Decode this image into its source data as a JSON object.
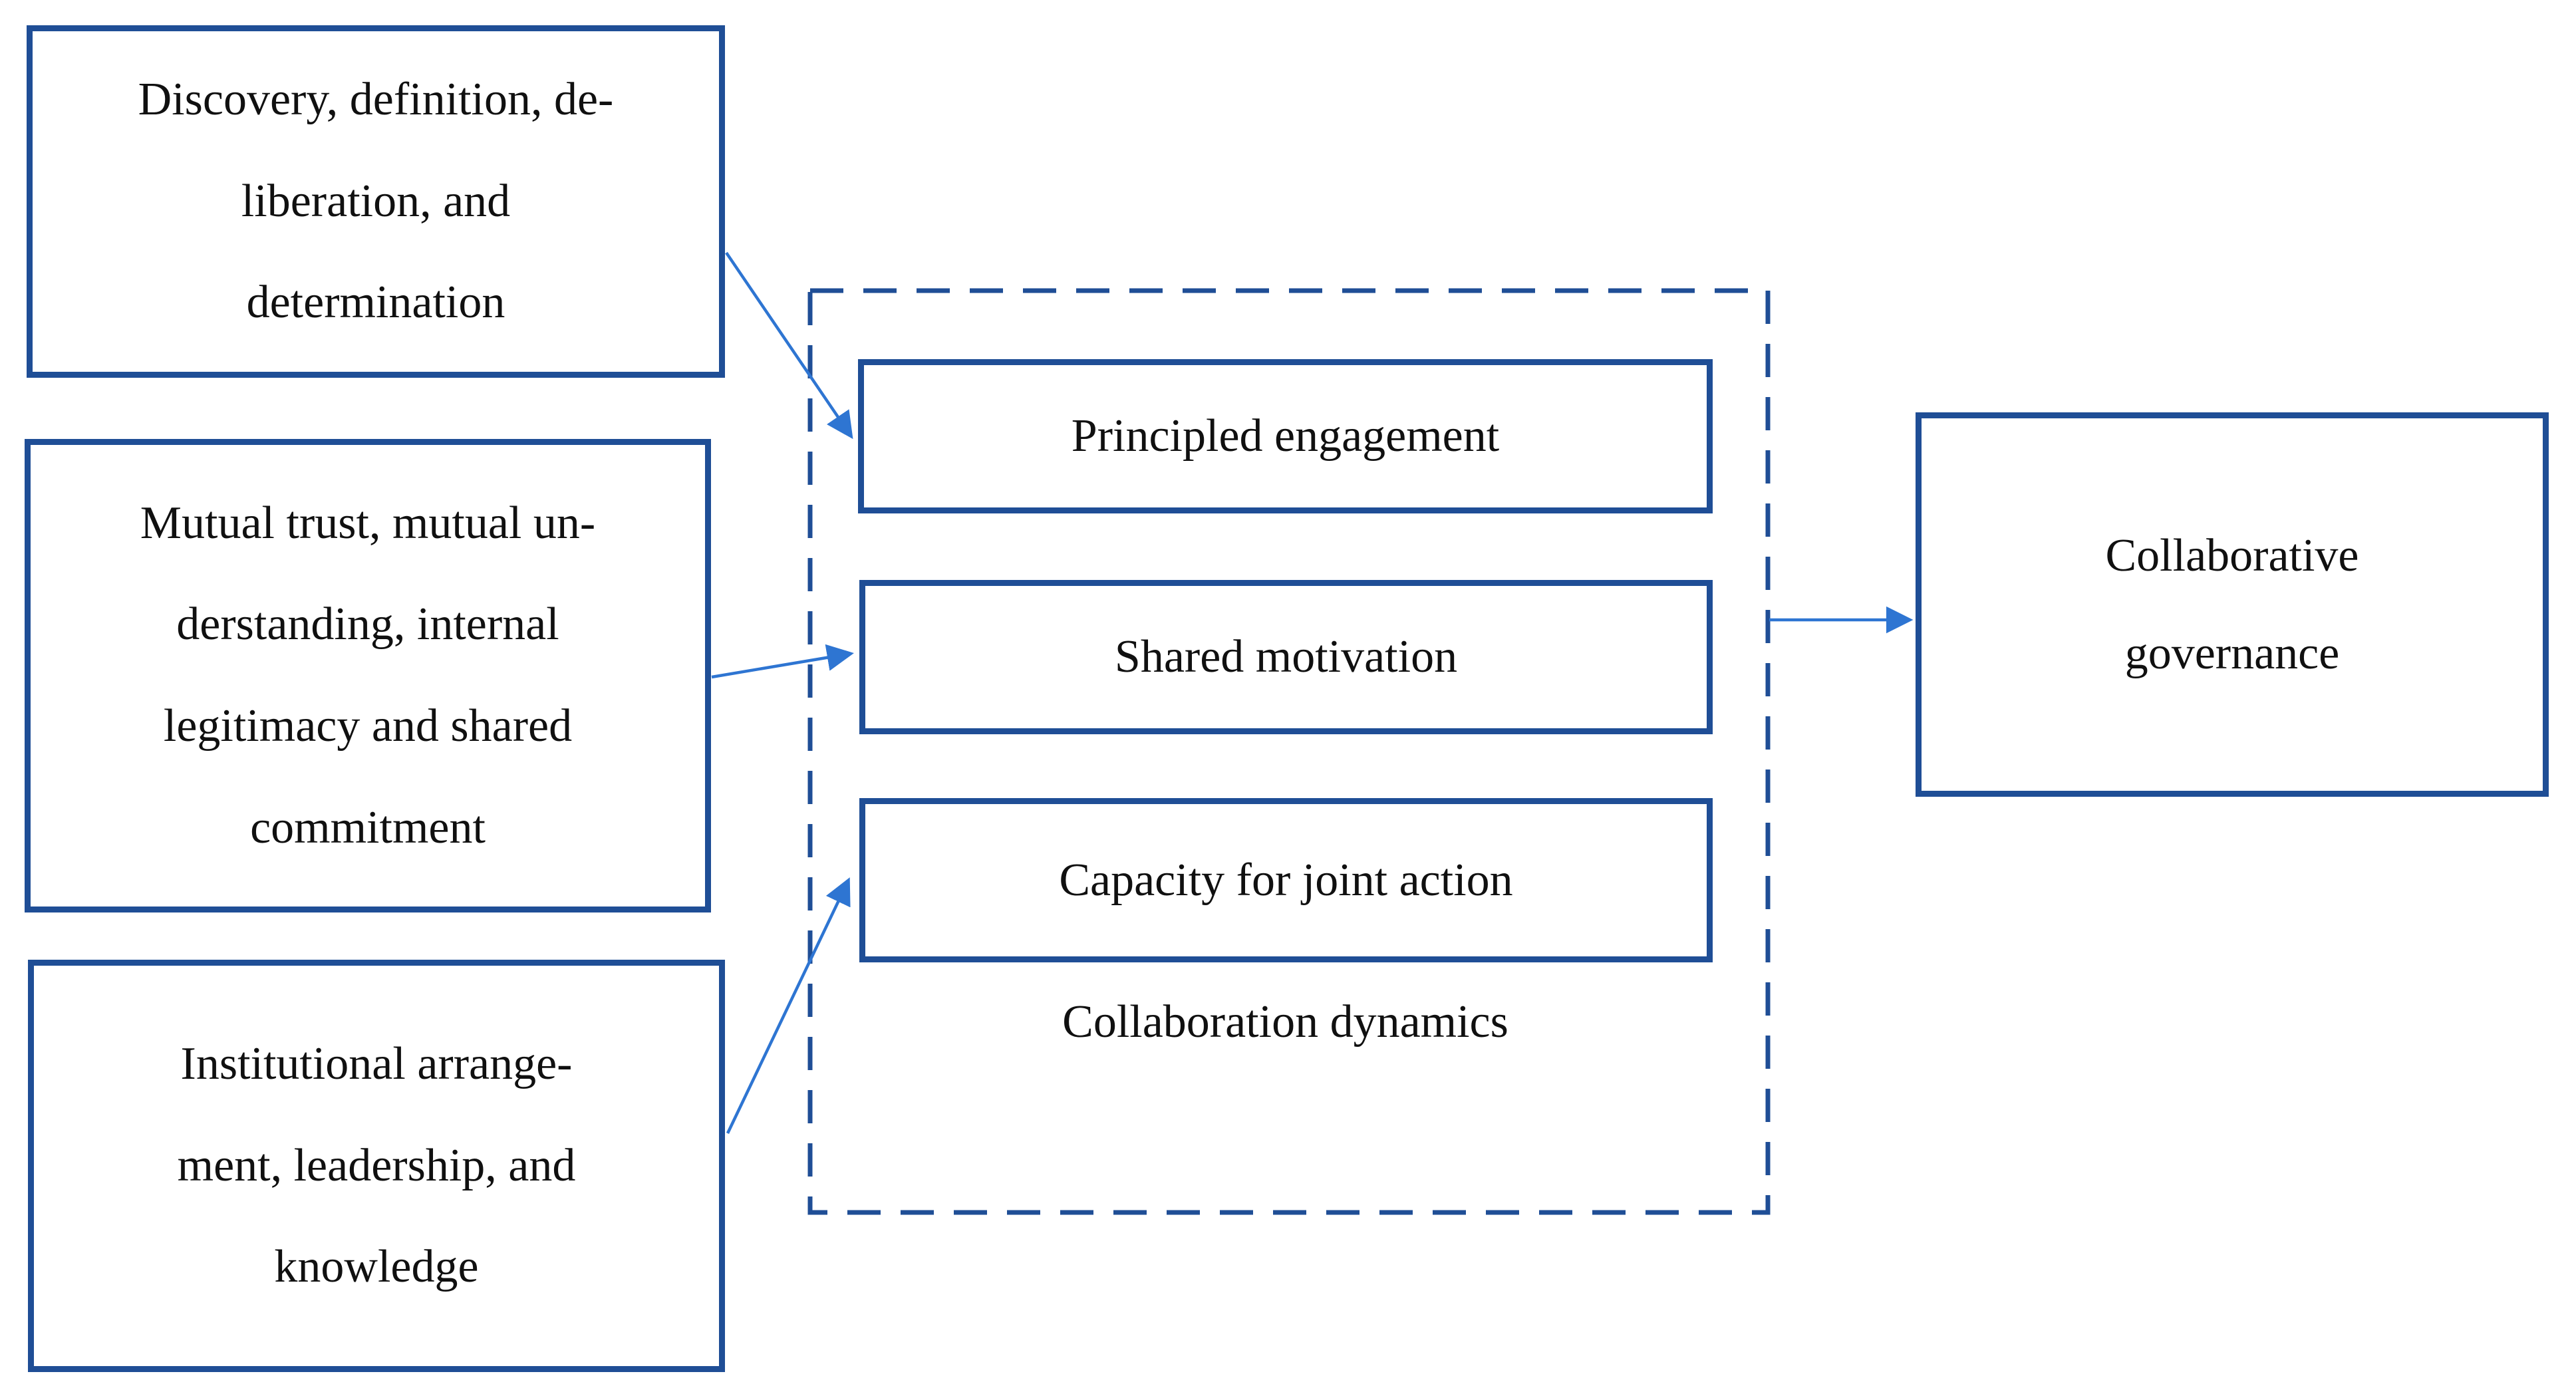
{
  "figure": {
    "type": "flow-diagram",
    "colors": {
      "box_border": "#1f4e96",
      "dashed_border": "#1f4e96",
      "arrow": "#2e75d2",
      "text": "#101010",
      "background": "#ffffff"
    }
  },
  "left_column": {
    "boxes": [
      {
        "id": "discovery",
        "lines": [
          "Discovery, definition, de-",
          "liberation, and",
          "determination"
        ]
      },
      {
        "id": "mutual",
        "lines": [
          "Mutual trust, mutual un-",
          "derstanding, internal",
          "legitimacy and shared",
          "commitment"
        ]
      },
      {
        "id": "institution",
        "lines": [
          "Institutional arrange-",
          "ment, leadership, and",
          "knowledge"
        ]
      }
    ]
  },
  "dynamics_group": {
    "group_label": "Collaboration dynamics",
    "inner_boxes": [
      {
        "id": "principled",
        "label": "Principled engagement"
      },
      {
        "id": "shared",
        "label": "Shared motivation"
      },
      {
        "id": "capacity",
        "label": "Capacity for joint action"
      }
    ]
  },
  "outcome_box": {
    "lines": [
      "Collaborative",
      "governance"
    ]
  },
  "connections": [
    {
      "from": "discovery",
      "to": "principled"
    },
    {
      "from": "mutual",
      "to": "shared"
    },
    {
      "from": "institution",
      "to": "capacity"
    },
    {
      "from": "dynamics_group",
      "to": "outcome_box"
    }
  ]
}
